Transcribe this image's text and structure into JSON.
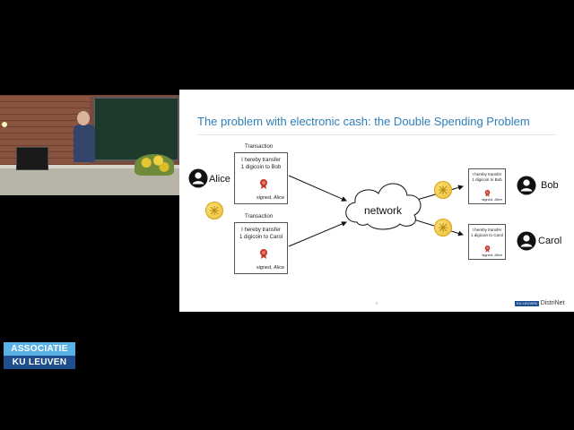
{
  "slide": {
    "title": "The problem with electronic cash: the Double Spending Problem",
    "transactions": [
      {
        "label": "Transaction",
        "line1": "I hereby transfer",
        "line2": "1 digicoin to Bob",
        "signed_prefix": "signed, ",
        "signer": "Alice"
      },
      {
        "label": "Transaction",
        "line1": "I hereby transfer",
        "line2": "1 digicoin to Carol",
        "signed_prefix": "signed, ",
        "signer": "Alice"
      }
    ],
    "received": [
      {
        "line1": "I hereby transfer",
        "line2": "1 digicoin to Bob",
        "signed_prefix": "signed, ",
        "signer": "Alice"
      },
      {
        "line1": "I hereby transfer",
        "line2": "1 digicoin to Carol",
        "signed_prefix": "signed, ",
        "signer": "Alice"
      }
    ],
    "actors": {
      "sender": "Alice",
      "receiver1": "Bob",
      "receiver2": "Carol"
    },
    "network_label": "network",
    "page_number": "7",
    "footer": {
      "badge": "KU LEUVEN",
      "brand": "DistriNet"
    },
    "colors": {
      "title": "#2d7fb8",
      "coin": "#e6b82e",
      "seal": "#c0392b"
    }
  },
  "overlay": {
    "line1": "ASSOCIATIE",
    "line2": "KU LEUVEN"
  }
}
